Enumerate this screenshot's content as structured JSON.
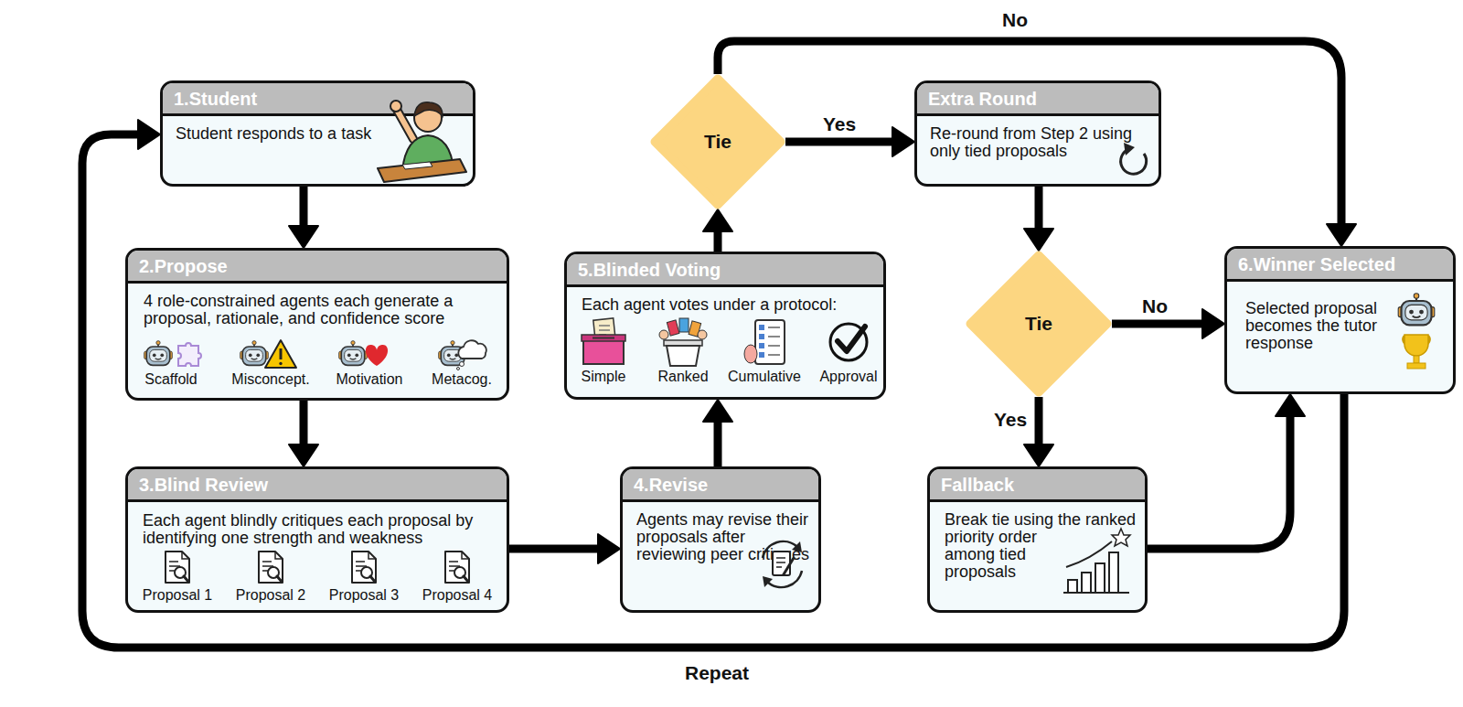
{
  "diagram": {
    "nodes": [
      {
        "text": [
          "1.Student",
          "Student responds to a task"
        ]
      },
      {
        "text": [
          "2.Propose",
          "4 role-constrained agents each generate a proposal, rationale, and confidence score"
        ]
      },
      {
        "text": [
          "3.Blind Review",
          "Each agent blindly critiques each proposal by identifying one strength and weakness"
        ]
      },
      {
        "text": [
          "4.Revise",
          "Agents may revise their proposals after reviewing peer critiques"
        ]
      },
      {
        "text": [
          "5.Blinded Voting",
          "Each agent votes under a protocol:"
        ]
      },
      {
        "text": [
          "Tie"
        ]
      },
      {
        "text": [
          "Extra Round",
          "Re-round from Step 2 using only tied proposals"
        ]
      },
      {
        "text": [
          "Tie"
        ]
      },
      {
        "text": [
          "Fallback",
          "Break tie using the ranked priority order among tied proposals"
        ]
      },
      {
        "text": [
          "6.Winner Selected",
          "Selected proposal becomes the tutor response"
        ]
      }
    ],
    "edges": [
      {
        "from": 0,
        "to": 1,
        "arrow": "to"
      },
      {
        "from": 1,
        "to": 2,
        "arrow": "to"
      },
      {
        "from": 2,
        "to": 3,
        "arrow": "to"
      },
      {
        "from": 3,
        "to": 4,
        "arrow": "to"
      },
      {
        "from": 4,
        "to": 5,
        "arrow": "to"
      },
      {
        "from": 5,
        "to": 6,
        "label": "Yes",
        "arrow": "to"
      },
      {
        "from": 5,
        "to": 9,
        "label": "No",
        "arrow": "to"
      },
      {
        "from": 6,
        "to": 7,
        "arrow": "to"
      },
      {
        "from": 7,
        "to": 9,
        "label": "No",
        "arrow": "to"
      },
      {
        "from": 7,
        "to": 8,
        "label": "Yes",
        "arrow": "to"
      },
      {
        "from": 8,
        "to": 9,
        "arrow": "to"
      },
      {
        "from": 9,
        "to": 0,
        "label": "Repeat",
        "arrow": "to"
      }
    ],
    "labels": [
      "Scaffold",
      "Misconcept.",
      "Motivation",
      "Metacog.",
      "Proposal 1",
      "Proposal 2",
      "Proposal 3",
      "Proposal 4",
      "Simple",
      "Ranked",
      "Cumulative",
      "Approval"
    ]
  }
}
